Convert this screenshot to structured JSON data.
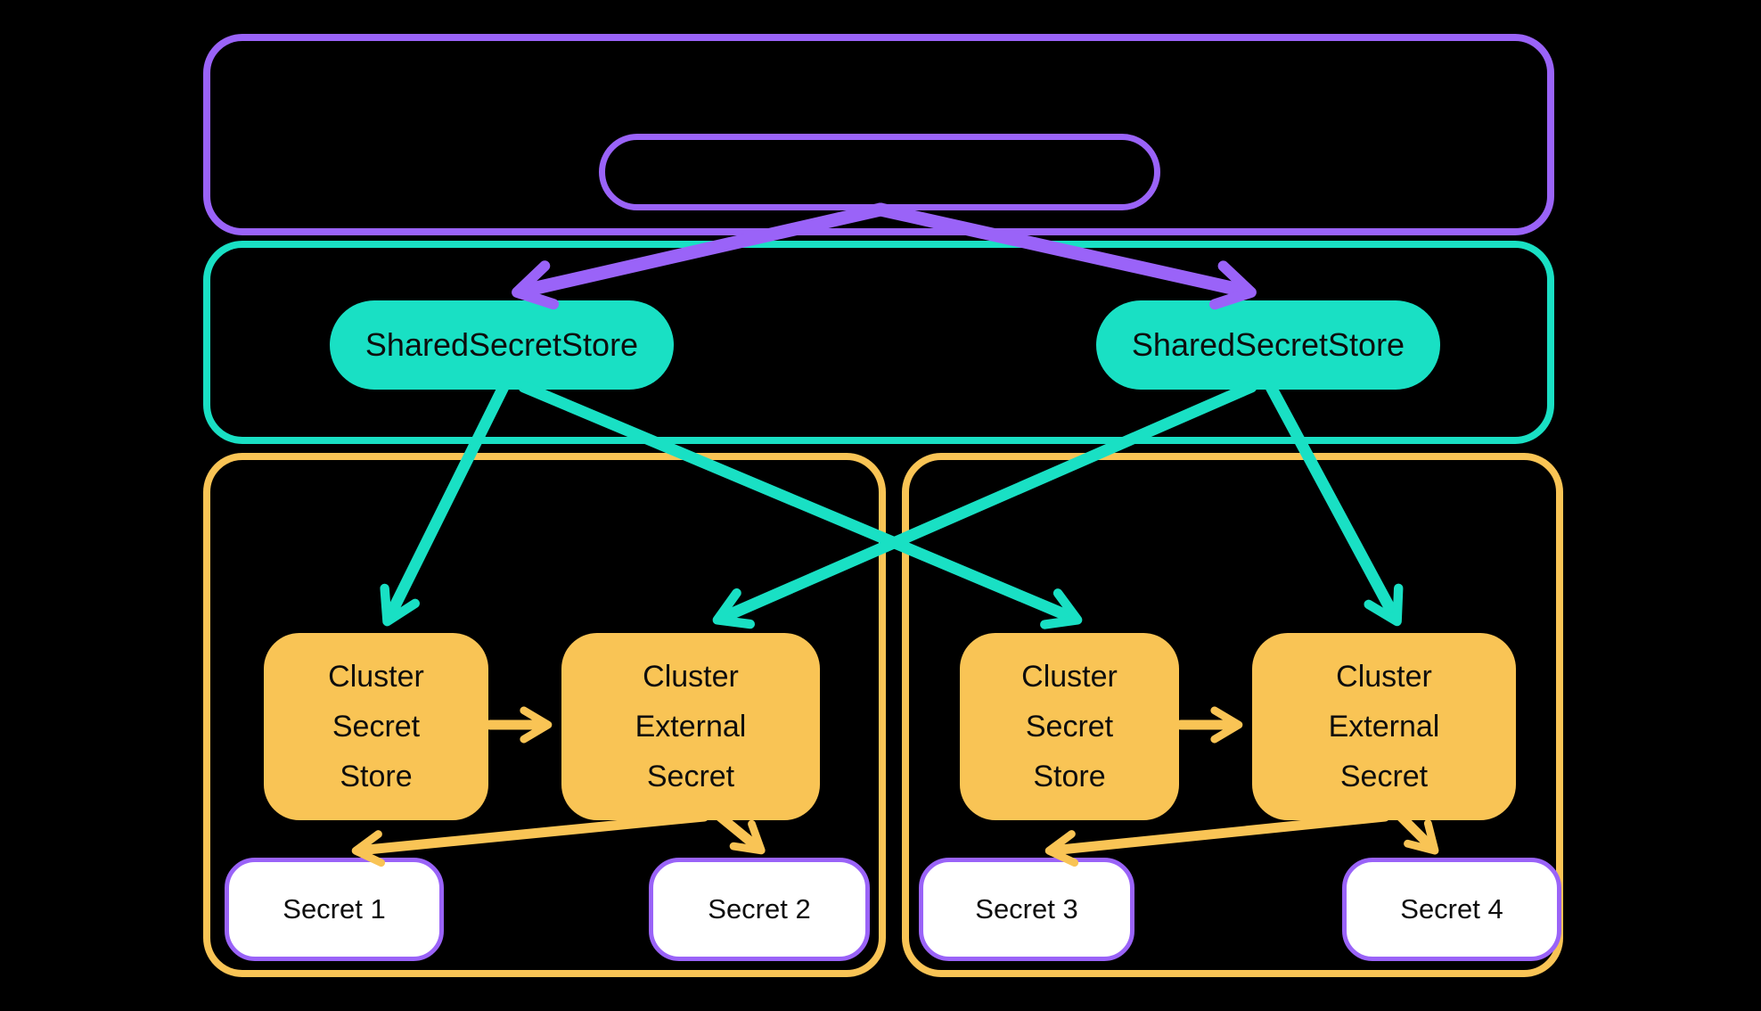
{
  "diagram": {
    "colors": {
      "background": "#000000",
      "purple": "#9A63F8",
      "teal": "#19E0C4",
      "yellow": "#F9C455",
      "secret_fill": "#FFFFFF",
      "text": "#0D0D0D"
    },
    "shared_secret_stores": [
      {
        "label": "SharedSecretStore"
      },
      {
        "label": "SharedSecretStore"
      }
    ],
    "clusters": [
      {
        "nodes": [
          {
            "lines": [
              "Cluster",
              "Secret",
              "Store"
            ]
          },
          {
            "lines": [
              "Cluster",
              "External",
              "Secret"
            ]
          }
        ],
        "secrets": [
          {
            "label": "Secret 1"
          },
          {
            "label": "Secret 2"
          }
        ]
      },
      {
        "nodes": [
          {
            "lines": [
              "Cluster",
              "Secret",
              "Store"
            ]
          },
          {
            "lines": [
              "Cluster",
              "External",
              "Secret"
            ]
          }
        ],
        "secrets": [
          {
            "label": "Secret 3"
          },
          {
            "label": "Secret 4"
          }
        ]
      }
    ]
  }
}
